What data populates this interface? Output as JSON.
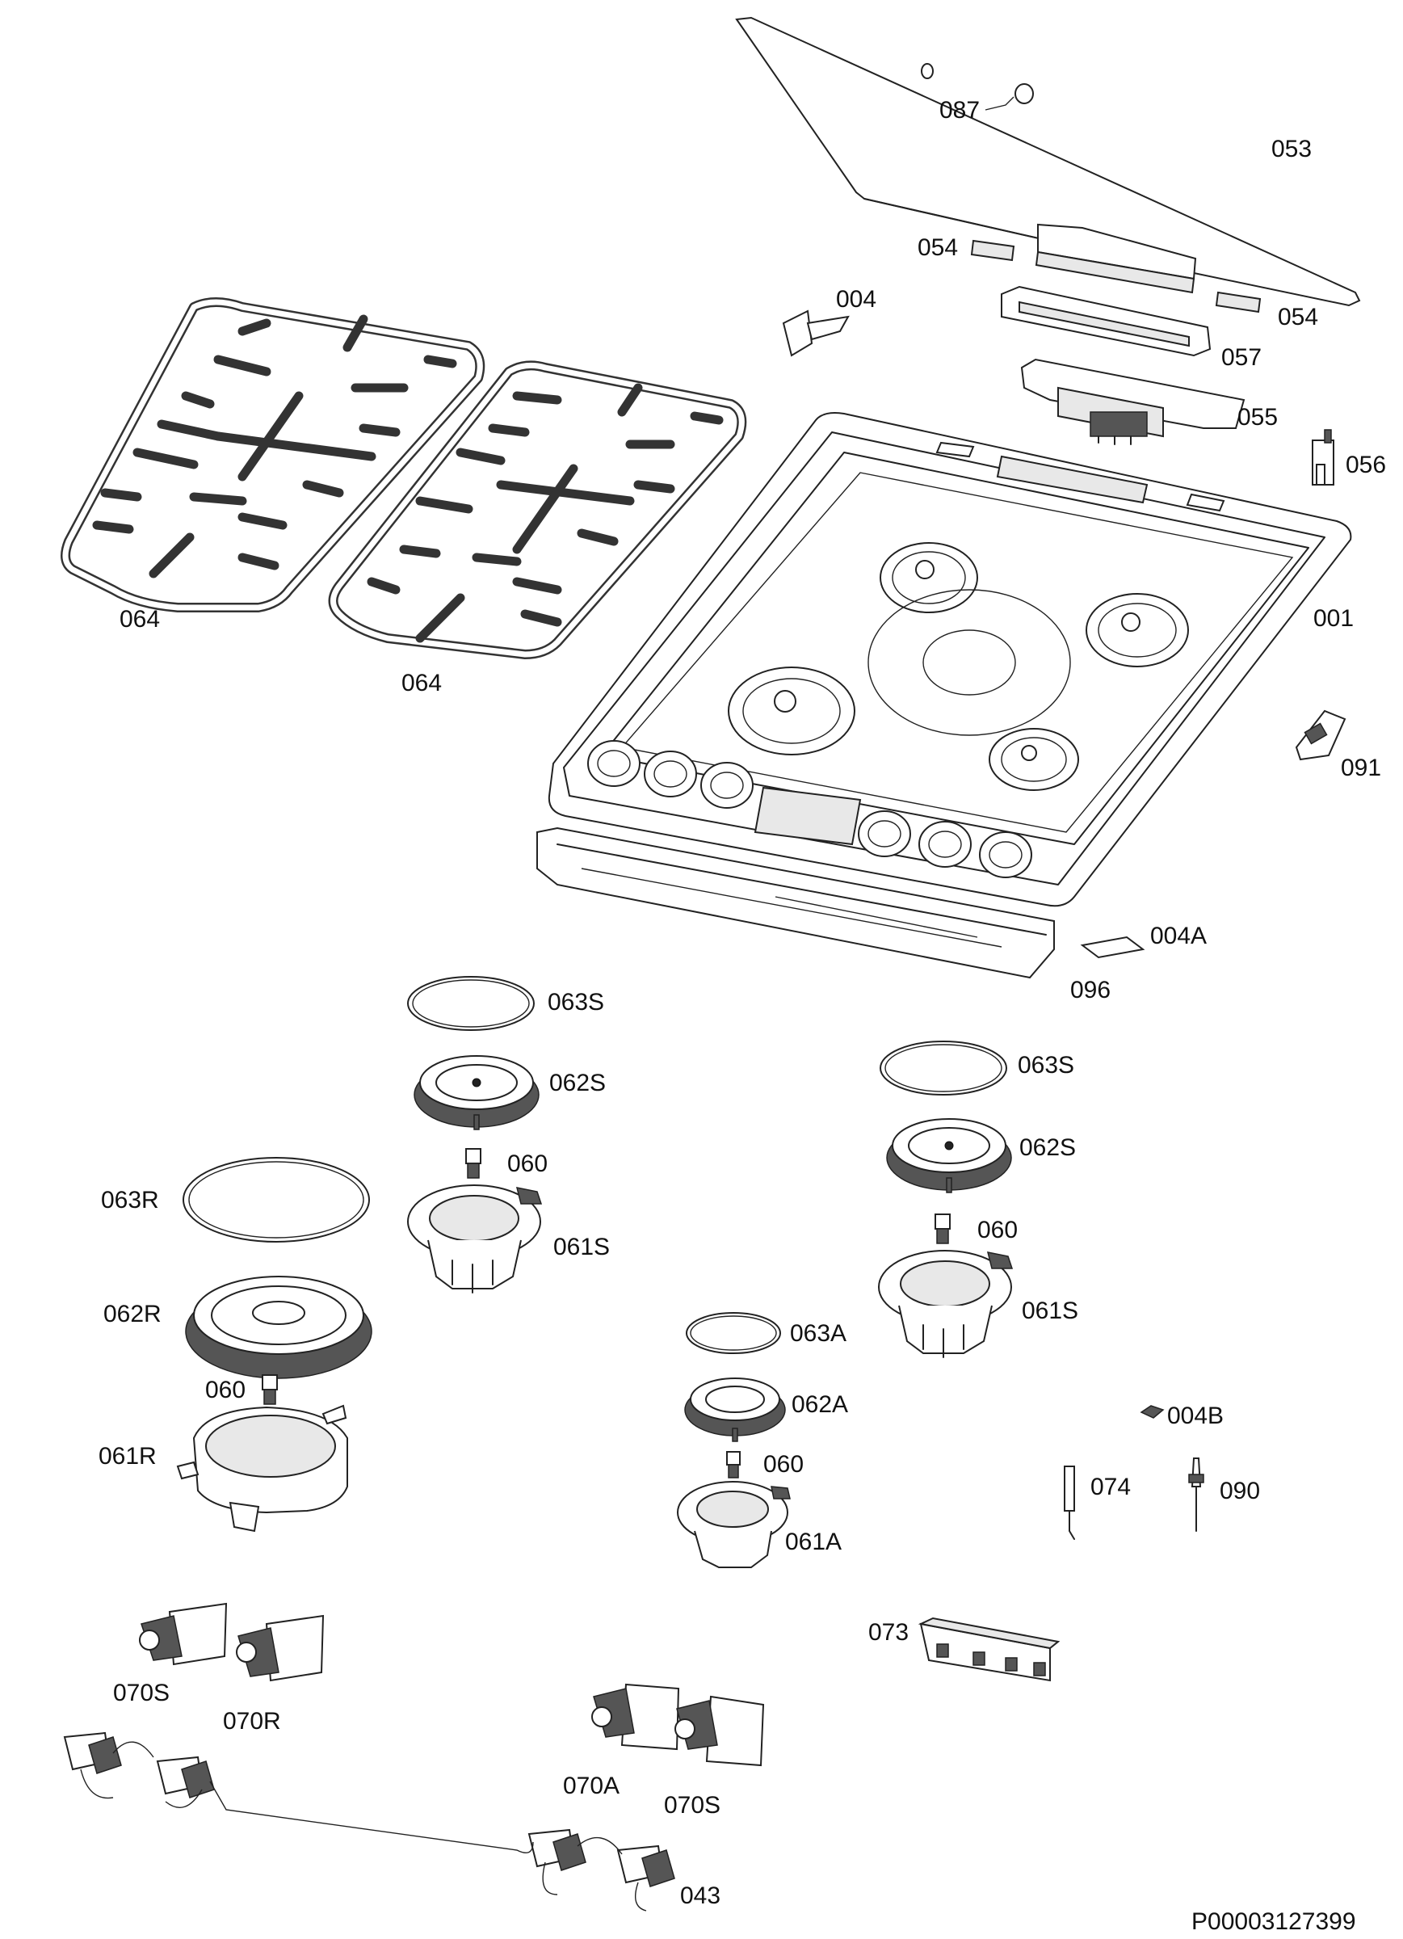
{
  "part_labels": {
    "l087": "087",
    "l053": "053",
    "l054a": "054",
    "l054b": "054",
    "l004": "004",
    "l057": "057",
    "l055": "055",
    "l056": "056",
    "l001": "001",
    "l064a": "064",
    "l064b": "064",
    "l091": "091",
    "l004A": "004A",
    "l096": "096",
    "l063Sa": "063S",
    "l062Sa": "062S",
    "l060a": "060",
    "l061Sa": "061S",
    "l063Sb": "063S",
    "l062Sb": "062S",
    "l060b": "060",
    "l061Sb": "061S",
    "l063R": "063R",
    "l062R": "062R",
    "l060c": "060",
    "l061R": "061R",
    "l063A": "063A",
    "l062A": "062A",
    "l060d": "060",
    "l061A": "061A",
    "l004B": "004B",
    "l074": "074",
    "l090": "090",
    "l073": "073",
    "l070Sa": "070S",
    "l070R": "070R",
    "l070A": "070A",
    "l070Sb": "070S",
    "l043": "043"
  },
  "drawing_number": "P00003127399"
}
